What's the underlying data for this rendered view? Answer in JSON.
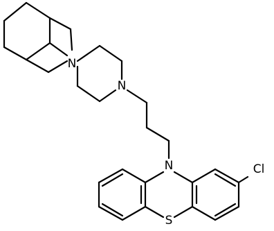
{
  "molecule": {
    "atoms": {
      "n_adamantyl": "N",
      "n_piperazine": "N",
      "n_phenothiazine": "N",
      "s_phenothiazine": "S",
      "chlorine": "Cl"
    }
  }
}
